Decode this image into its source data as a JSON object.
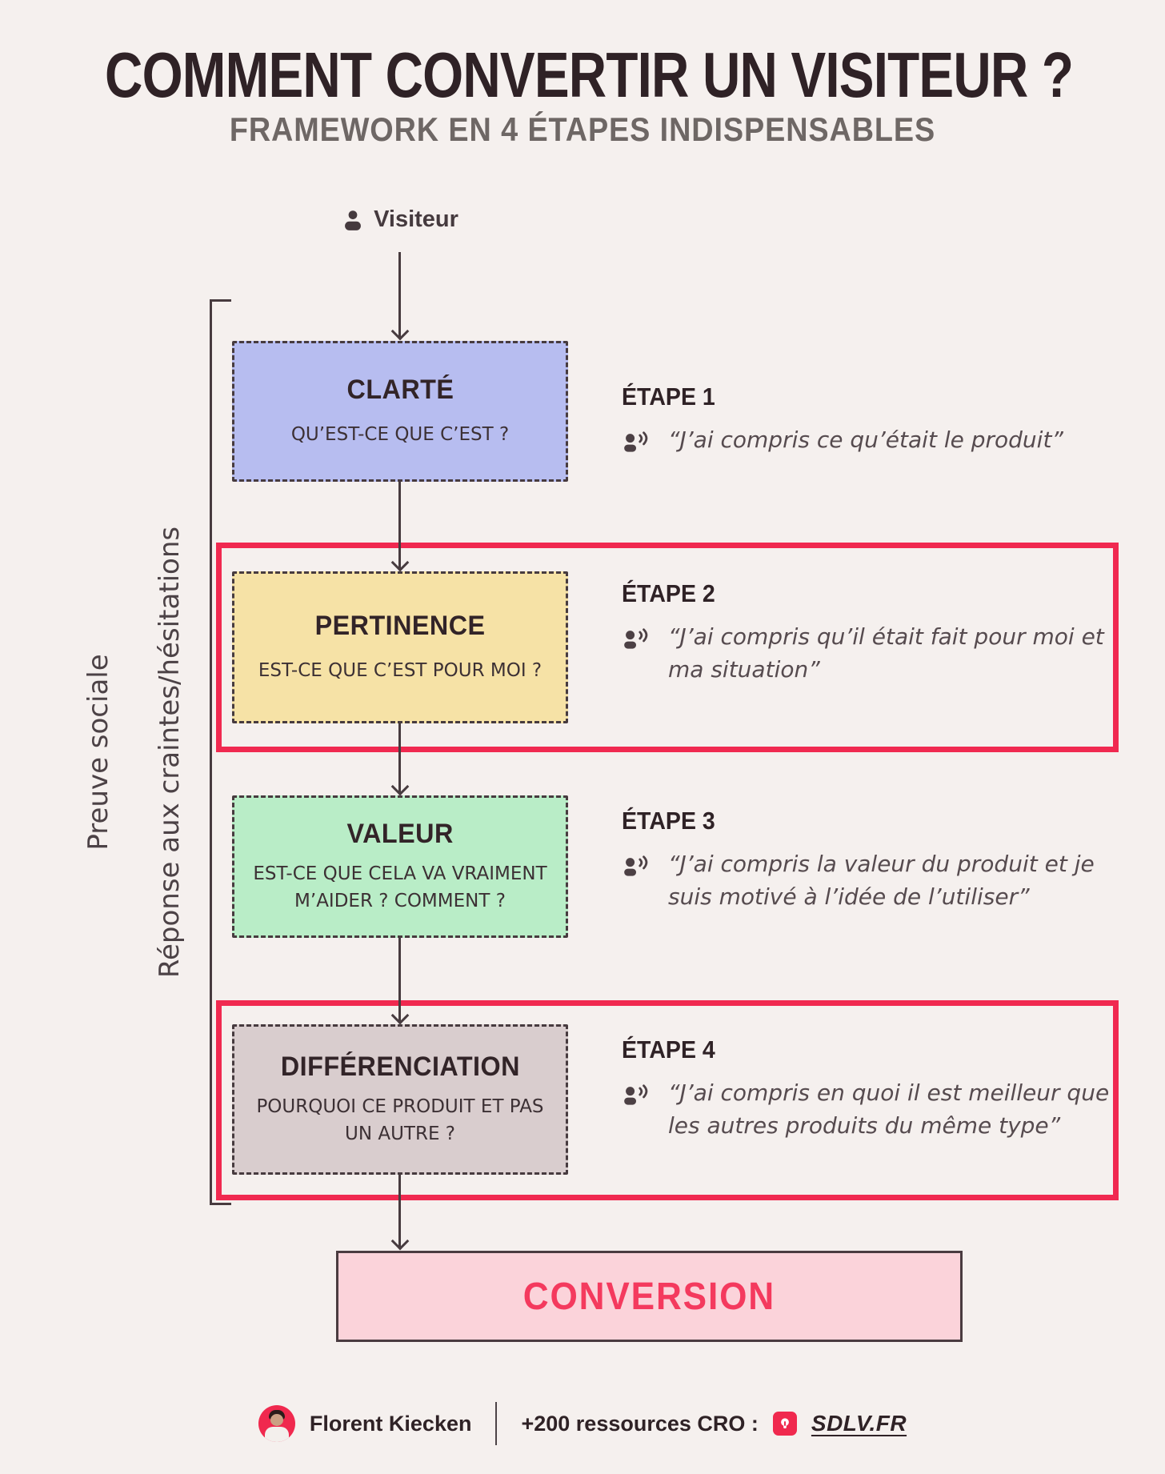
{
  "header": {
    "title": "COMMENT CONVERTIR UN VISITEUR ?",
    "subtitle": "FRAMEWORK EN 4 ÉTAPES INDISPENSABLES"
  },
  "flow": {
    "start_label": "Visiteur",
    "boxes": [
      {
        "id": "clarte",
        "title": "CLARTÉ",
        "question": "QU’EST-CE QUE C’EST ?",
        "fill": "#b7bdf0"
      },
      {
        "id": "pertinence",
        "title": "PERTINENCE",
        "question": "EST-CE QUE C’EST POUR MOI ?",
        "fill": "#f6e2a6"
      },
      {
        "id": "valeur",
        "title": "VALEUR",
        "question": "EST-CE QUE CELA VA VRAIMENT M’AIDER ? COMMENT ?",
        "fill": "#b9edc7"
      },
      {
        "id": "differenciation",
        "title": "DIFFÉRENCIATION",
        "question": "POURQUOI CE PRODUIT ET PAS UN AUTRE ?",
        "fill": "#d9cdce"
      }
    ],
    "end_label": "CONVERSION"
  },
  "steps": [
    {
      "label": "ÉTAPE 1",
      "quote": "“J’ai compris ce qu’était le produit”"
    },
    {
      "label": "ÉTAPE 2",
      "quote": "“J’ai compris qu’il était fait pour moi et ma situation”"
    },
    {
      "label": "ÉTAPE 3",
      "quote": "“J’ai compris la valeur du produit et je suis motivé à l’idée de l’utiliser”"
    },
    {
      "label": "ÉTAPE 4",
      "quote": "“J’ai compris en quoi il est meilleur que les autres produits du même type”"
    }
  ],
  "side_labels": {
    "social_proof": "Preuve sociale",
    "objections": "Réponse aux craintes/hésitations"
  },
  "footer": {
    "author": "Florent Kiecken",
    "resources_label": "+200 ressources CRO :",
    "site": "SDLV.FR"
  },
  "colors": {
    "background": "#f5f0ee",
    "ink": "#2f2226",
    "line": "#473b3f",
    "accent_red": "#f02950",
    "clarte_fill": "#b7bdf0",
    "pertinence_fill": "#f6e2a6",
    "valeur_fill": "#b9edc7",
    "differenciation_fill": "#d9cdce",
    "conversion_fill": "#fbd3da",
    "conversion_text": "#f43a5e",
    "quote_text": "#564b4f"
  }
}
